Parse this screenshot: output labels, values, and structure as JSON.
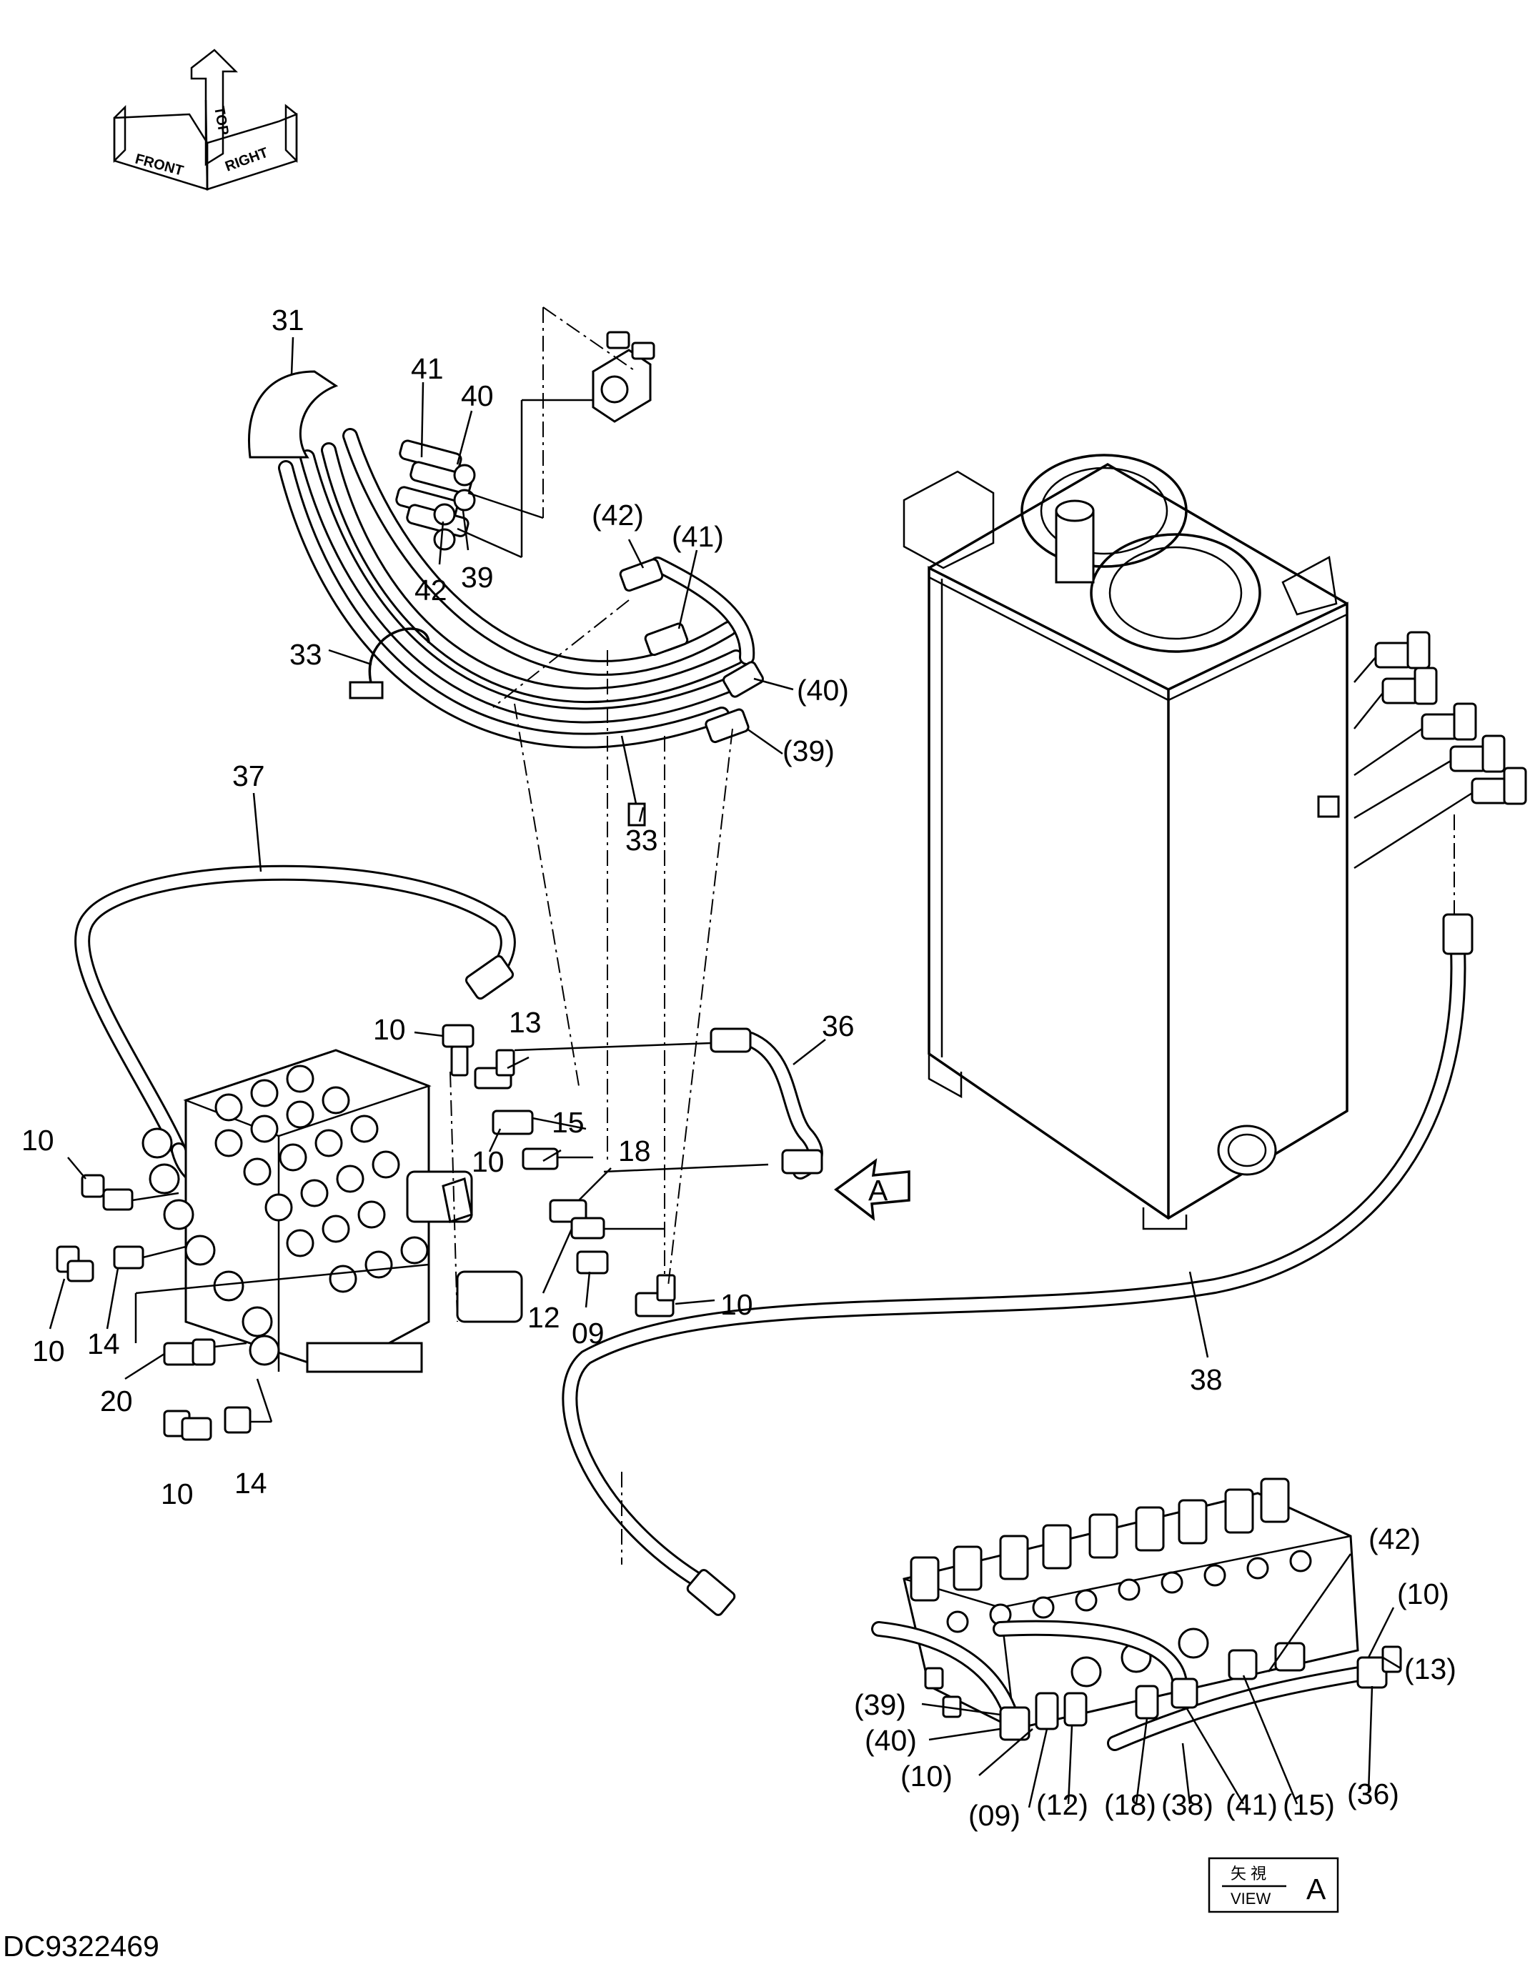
{
  "drawing_id": "DC9322469",
  "orientation": {
    "front": "FRONT",
    "top": "TOP",
    "right": "RIGHT"
  },
  "view": {
    "kanji": "矢 視",
    "word": "VIEW",
    "letter": "A"
  },
  "view_arrow_letter": "A",
  "labels": {
    "p31": "31",
    "p41": "41",
    "p40": "40",
    "p42": "42",
    "p39": "39",
    "p33a": "33",
    "p33b": "33",
    "p37": "37",
    "p36": "36",
    "p38": "38",
    "c42": "(42)",
    "c41": "(41)",
    "c40": "(40)",
    "c39": "(39)",
    "p10a": "10",
    "p13": "13",
    "p10b": "10",
    "p15": "15",
    "p18": "18",
    "p10c": "10",
    "p10d": "10",
    "p14a": "14",
    "p12": "12",
    "p09": "09",
    "p10e": "10",
    "p20": "20",
    "p10f": "10",
    "p14b": "14"
  },
  "view_a_labels": {
    "v42": "(42)",
    "v10a": "(10)",
    "v13": "(13)",
    "v39": "(39)",
    "v40": "(40)",
    "v10b": "(10)",
    "v09": "(09)",
    "v12": "(12)",
    "v18": "(18)",
    "v38": "(38)",
    "v41": "(41)",
    "v15": "(15)",
    "v36": "(36)"
  }
}
